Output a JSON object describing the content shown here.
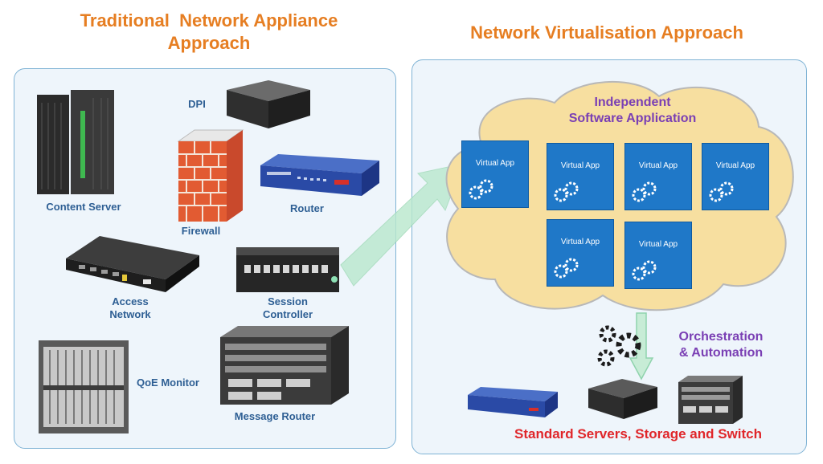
{
  "left": {
    "title_line1": "Traditional  Network Appliance",
    "title_line2": "Approach",
    "devices": {
      "dpi": "DPI",
      "content_server": "Content Server",
      "router": "Router",
      "firewall": "Firewall",
      "access_network_line1": "Access",
      "access_network_line2": "Network",
      "session_controller_line1": "Session",
      "session_controller_line2": "Controller",
      "qoe_monitor": "QoE Monitor",
      "message_router": "Message Router"
    }
  },
  "right": {
    "title": "Network Virtualisation Approach",
    "cloud_label_line1": "Independent",
    "cloud_label_line2": "Software Application",
    "virtual_app_label": "Virtual App",
    "orchestration_line1": "Orchestration",
    "orchestration_line2": "& Automation",
    "bottom_label": "Standard Servers, Storage and Switch"
  },
  "colors": {
    "title": "#e67e22",
    "device_label": "#2e5f94",
    "cloud_label": "#7a3fb4",
    "bottom_label": "#e0262a",
    "virtual_app_box": "#1f78c8",
    "cloud_fill": "#f7dfa0"
  }
}
